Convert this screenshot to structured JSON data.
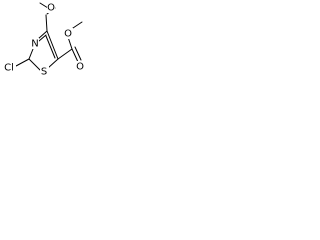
{
  "molecule": {
    "atoms": {
      "methoxy_oxygen": "O",
      "carbonyl_oxygen": "O",
      "ester_oxygen": "O",
      "ring_nitrogen": "N",
      "ring_sulfur": "S",
      "chlorine": "Cl"
    }
  },
  "colors": {
    "bond": "#000000",
    "label": "#000000",
    "background": "#ffffff"
  }
}
